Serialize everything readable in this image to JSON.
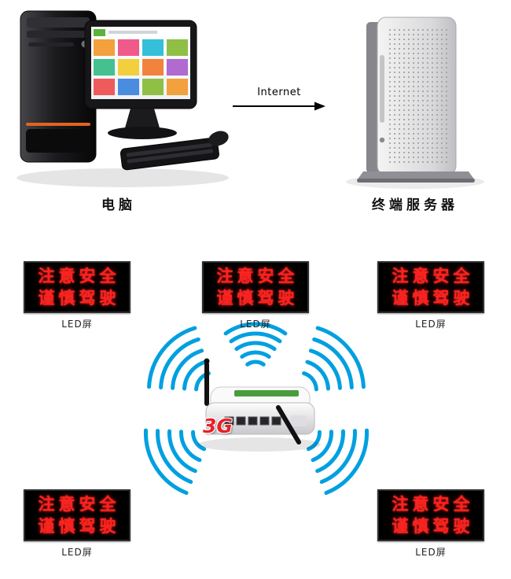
{
  "top_section": {
    "computer_label": "电脑",
    "internet_label": "Internet",
    "server_label": "终端服务器"
  },
  "router": {
    "label": "3G"
  },
  "led_screens": [
    {
      "position": "top-left",
      "line1": "注意安全",
      "line2": "谨慎驾驶",
      "caption": "LED屏"
    },
    {
      "position": "top-center",
      "line1": "注意安全",
      "line2": "谨慎驾驶",
      "caption": "LED屏"
    },
    {
      "position": "top-right",
      "line1": "注意安全",
      "line2": "谨慎驾驶",
      "caption": "LED屏"
    },
    {
      "position": "bottom-left",
      "line1": "注意安全",
      "line2": "谨慎驾驶",
      "caption": "LED屏"
    },
    {
      "position": "bottom-right",
      "line1": "注意安全",
      "line2": "谨慎驾驶",
      "caption": "LED屏"
    }
  ],
  "colors": {
    "wave_blue": "#00A0E0",
    "led_red": "#FF2121",
    "router_3g_red": "#E62129",
    "label_black": "#111111"
  }
}
